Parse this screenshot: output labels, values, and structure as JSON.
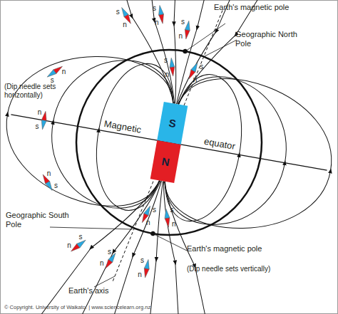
{
  "diagram": {
    "nodes": [
      {
        "text": [
          "S"
        ]
      },
      {
        "text": [
          "N"
        ]
      }
    ],
    "labels": [
      "Earth's magnetic pole",
      "Geographic North Pole",
      "(Dip needle sets horizontally)",
      "Magnetic",
      "equator",
      "Geographic South Pole",
      "Earth's axis",
      "Earth's magnetic pole",
      "(Dip needle sets vertically)",
      "© Copyright. University of Waikato. | www.sciencelearn.org.nz",
      "s",
      "n",
      "s",
      "n",
      "s",
      "n",
      "s",
      "n",
      "s",
      "n",
      "s",
      "n",
      "s",
      "n",
      "s",
      "n",
      "s",
      "n",
      "s",
      "n",
      "s",
      "n",
      "s",
      "n",
      "s",
      "n"
    ]
  }
}
